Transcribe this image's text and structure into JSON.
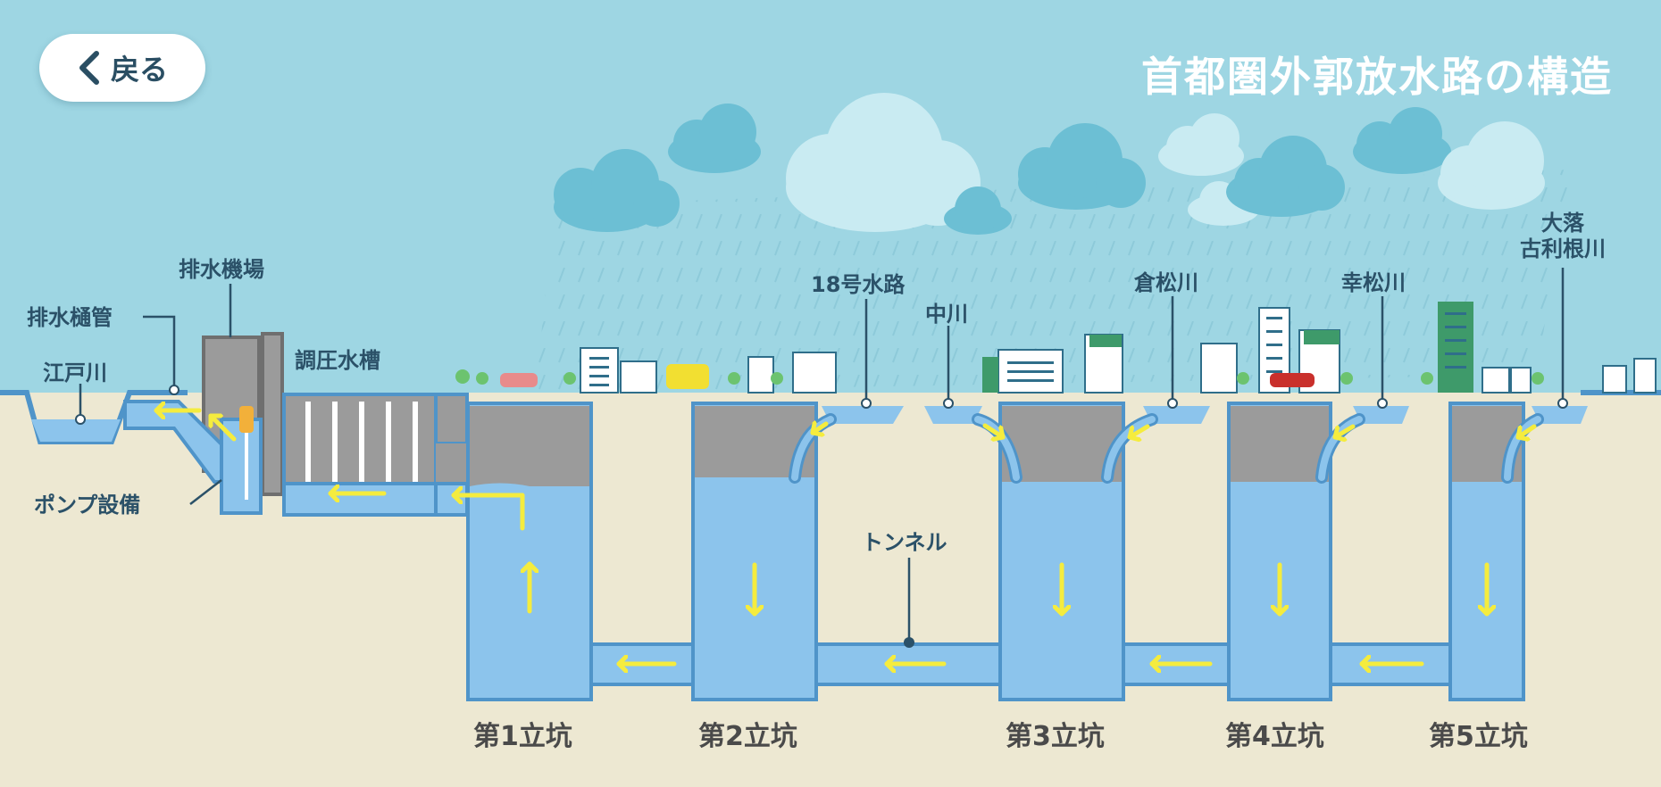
{
  "header": {
    "back_label": "戻る",
    "title": "首都圏外郭放水路の構造"
  },
  "labels": {
    "haisui_kijo": "排水機場",
    "haisui_hikan": "排水樋管",
    "edogawa": "江戸川",
    "chouatsu_suisou": "調圧水槽",
    "pump_setsubi": "ポンプ設備",
    "suiro18": "18号水路",
    "nakagawa": "中川",
    "kuramatsugawa": "倉松川",
    "koumatsugawa": "幸松川",
    "ootoshi_line1": "大落",
    "ootoshi_line2": "古利根川",
    "tunnel": "トンネル"
  },
  "shafts": [
    {
      "label": "第1立坑",
      "flow": "up"
    },
    {
      "label": "第2立坑",
      "flow": "down"
    },
    {
      "label": "第3立坑",
      "flow": "down"
    },
    {
      "label": "第4立坑",
      "flow": "down"
    },
    {
      "label": "第5立坑",
      "flow": "down"
    }
  ],
  "colors": {
    "sky": "#9ed6e3",
    "ground": "#ede8d2",
    "water": "#8cc4ec",
    "outline": "#4f94c9",
    "concrete": "#9b9b9b",
    "arrow": "#f5ec3e",
    "label": "#2b5168"
  }
}
